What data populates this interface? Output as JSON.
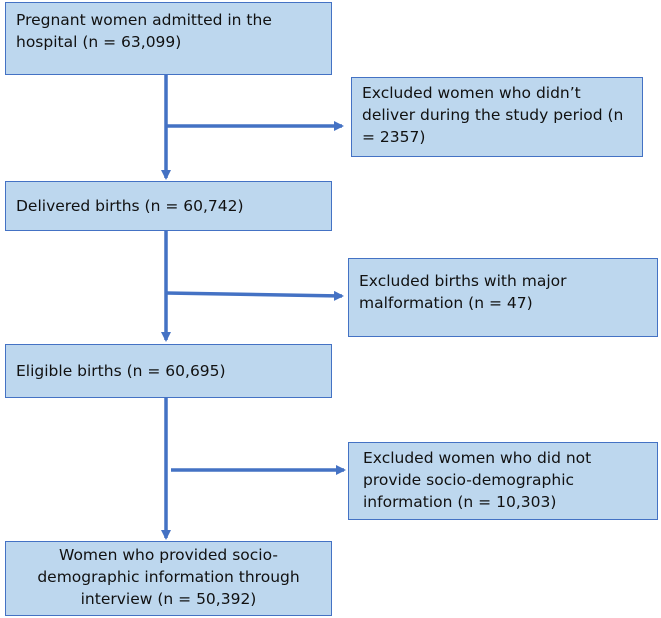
{
  "flow": {
    "admitted": {
      "lines": [
        "Pregnant women admitted in the",
        "hospital (n = 63,099)"
      ]
    },
    "excluded_not_delivered": {
      "lines": [
        "Excluded women who didn’t",
        "deliver during the study period  (n",
        "= 2357)"
      ]
    },
    "delivered": {
      "lines": [
        "Delivered births (n = 60,742)"
      ]
    },
    "excluded_malformation": {
      "lines": [
        "Excluded births with major",
        "malformation  (n = 47)"
      ]
    },
    "eligible": {
      "lines": [
        "Eligible births (n = 60,695)"
      ]
    },
    "excluded_no_info": {
      "lines": [
        "Excluded women who did not",
        "provide socio-demographic",
        "information (n = 10,303)"
      ]
    },
    "final": {
      "lines": [
        "Women who provided socio-",
        "demographic  information through",
        "interview (n = 50,392)"
      ]
    }
  },
  "colors": {
    "box_fill": "#bdd7ee",
    "box_border": "#4472c4",
    "arrow": "#4472c4"
  }
}
